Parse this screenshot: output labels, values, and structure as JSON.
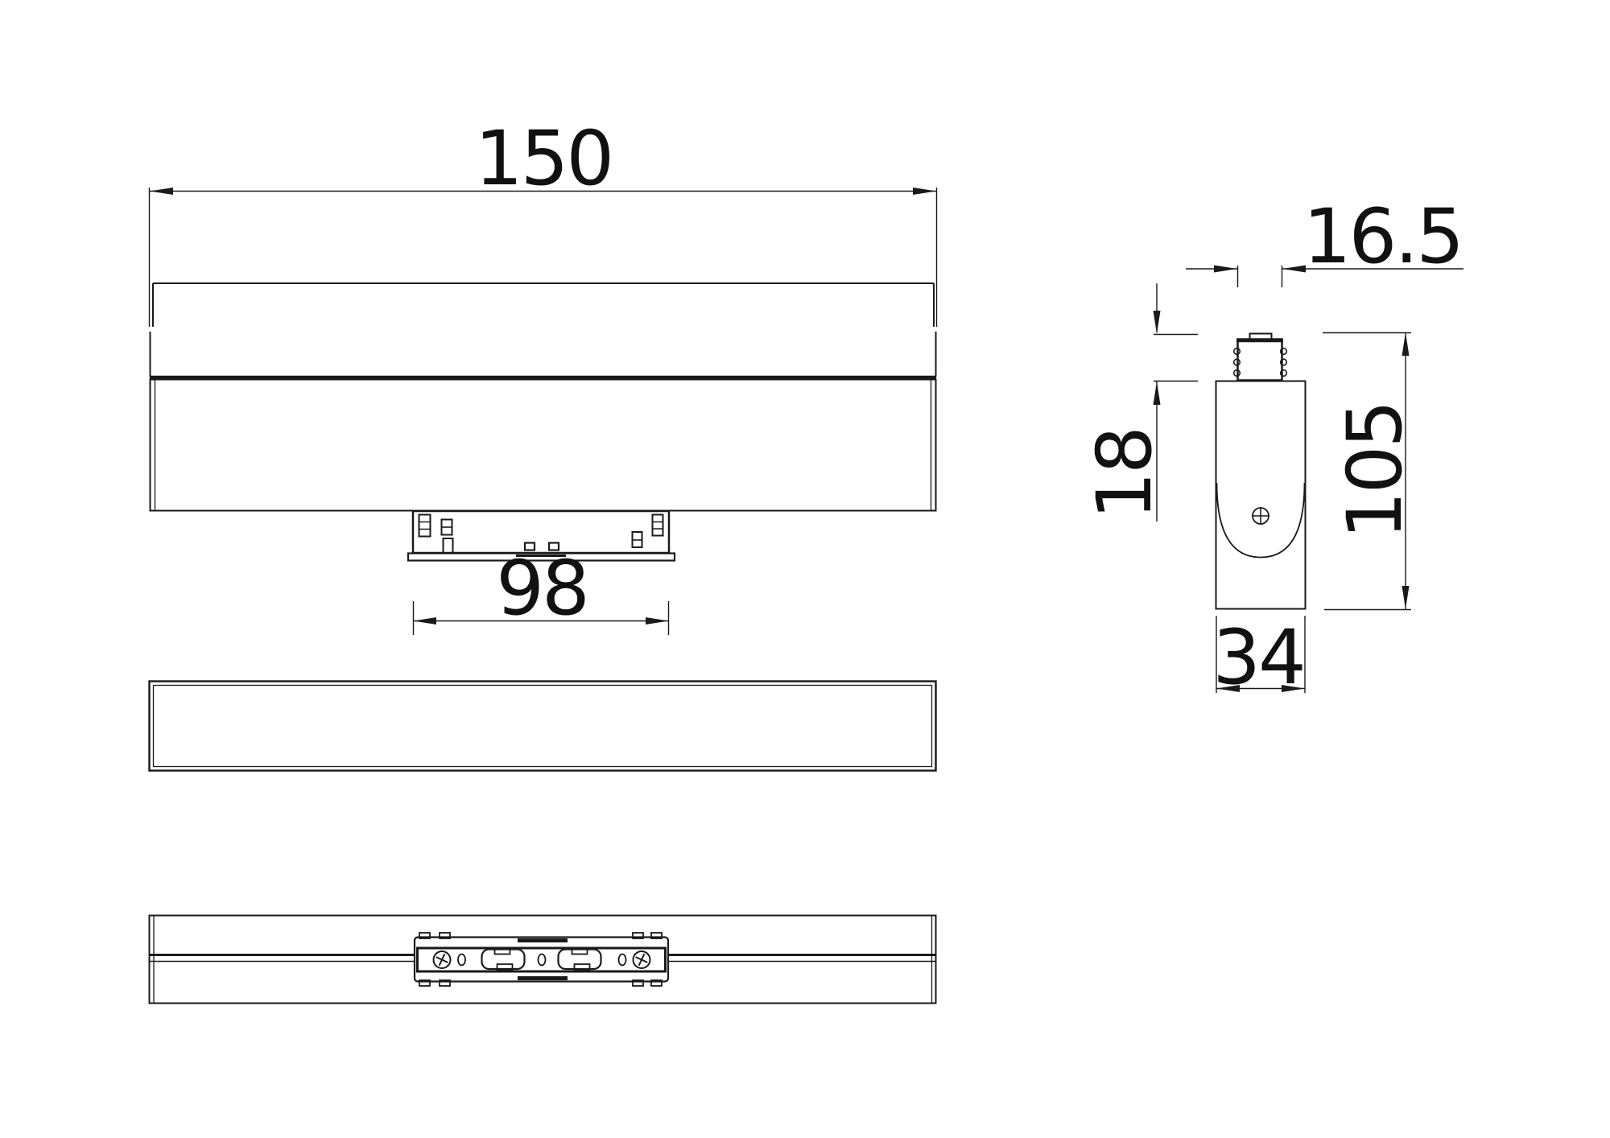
{
  "drawing": {
    "background": "#ffffff",
    "line_color": "#1a1a1a",
    "dimensions": {
      "front_width": "150",
      "adapter_length": "98",
      "knob_width": "16.5",
      "knob_height": "18",
      "side_height": "105",
      "side_width": "34"
    }
  }
}
